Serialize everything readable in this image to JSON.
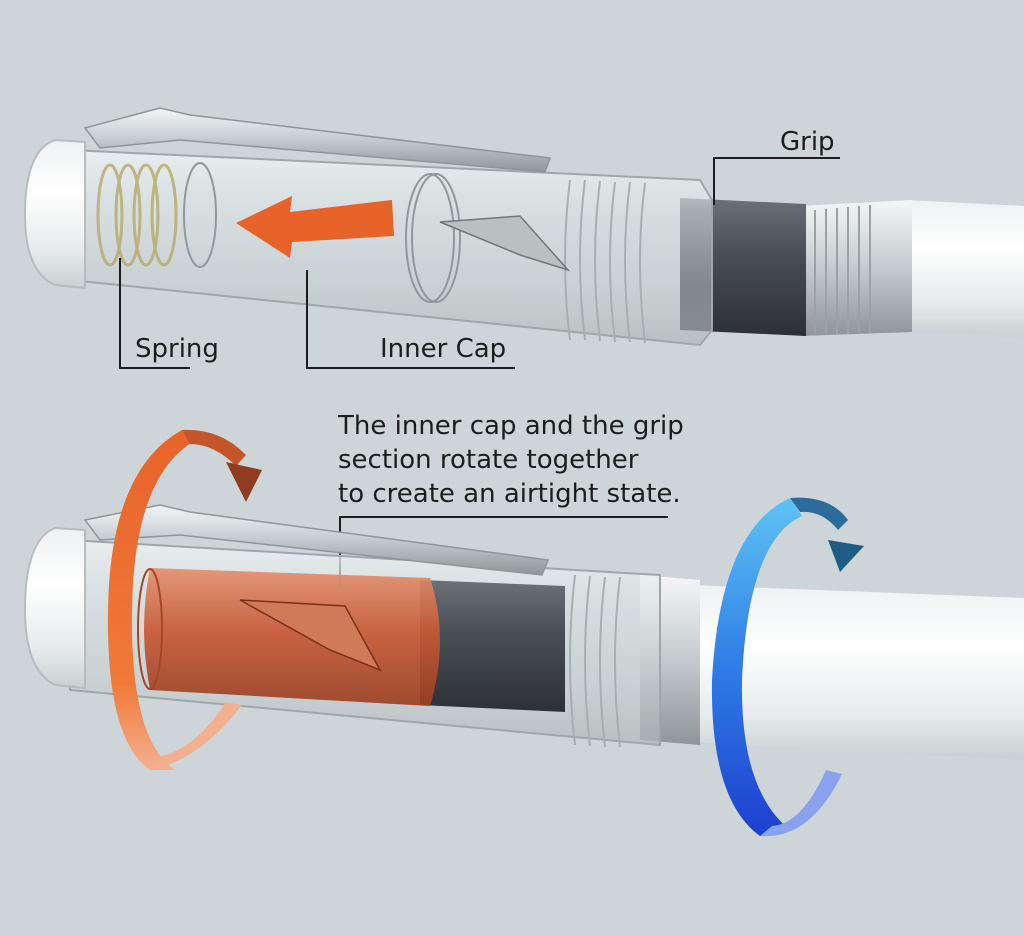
{
  "labels": {
    "grip": "Grip",
    "spring": "Spring",
    "inner_cap": "Inner Cap"
  },
  "note": {
    "lines": [
      "The inner cap and the grip",
      "section rotate together",
      "to create an airtight state."
    ]
  },
  "colors": {
    "background": "#cdd5d8",
    "arrow_orange": "#e8632a",
    "inner_cap_orange": "#c85a35",
    "rotation_orange": "#f06a1e",
    "rotation_blue": "#2f7de6",
    "grip_dark": "#4a4f55"
  },
  "icons": [
    "pull-left-arrow-icon",
    "rotate-orange-icon",
    "rotate-blue-icon"
  ]
}
